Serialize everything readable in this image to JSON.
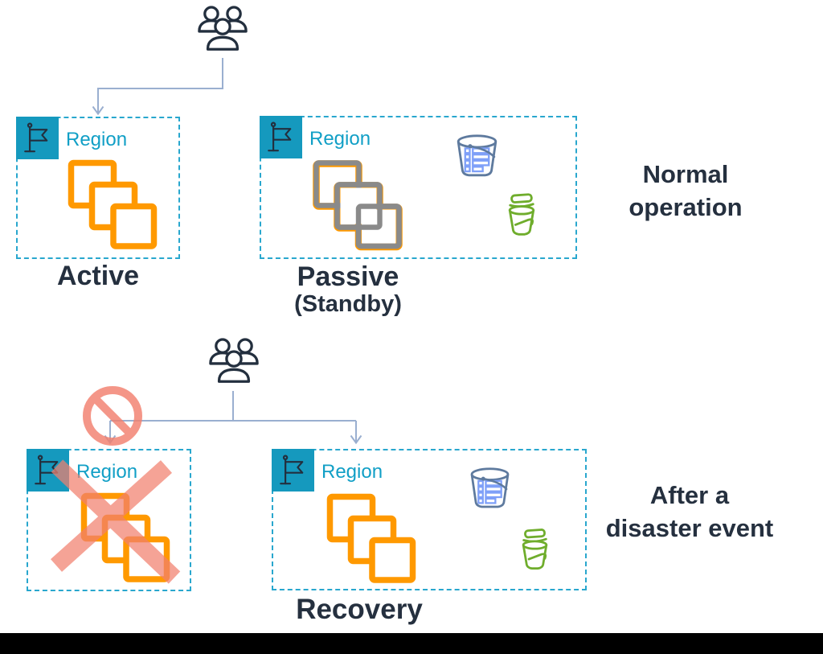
{
  "colors": {
    "region_teal": "#1599BE",
    "region_border_teal": "#29A7CE",
    "region_label_teal": "#119FC6",
    "instance_orange": "#FF9900",
    "standby_gray": "#8A8A8A",
    "text_navy": "#25303F",
    "connector_blue": "#9AAFD0",
    "failure_salmon": "#F2806E",
    "bucket_outline_blue": "#5E7A9E",
    "bucket_list_blue": "#7FA0F8",
    "bucket_green": "#6FAD2C",
    "footer_black": "#000000"
  },
  "icons": {
    "users": "users-icon",
    "flag": "region-flag-icon",
    "instances": "stacked-instances-icon",
    "bucket_with_objects": "s3-bucket-with-objects-icon",
    "bucket": "s3-bucket-icon",
    "prohibited": "no-entry-icon",
    "failure_cross": "failure-x-mark"
  },
  "sections": {
    "normal": {
      "annotation": {
        "line1": "Normal",
        "line2": "operation"
      },
      "regions": [
        {
          "name": "active",
          "label": "Region",
          "caption": "Active"
        },
        {
          "name": "passive",
          "label": "Region",
          "caption": "Passive",
          "subcaption": "(Standby)"
        }
      ]
    },
    "disaster": {
      "annotation": {
        "line1": "After a",
        "line2": "disaster event"
      },
      "regions": [
        {
          "name": "failed",
          "label": "Region"
        },
        {
          "name": "recovery",
          "label": "Region",
          "caption": "Recovery"
        }
      ]
    }
  }
}
